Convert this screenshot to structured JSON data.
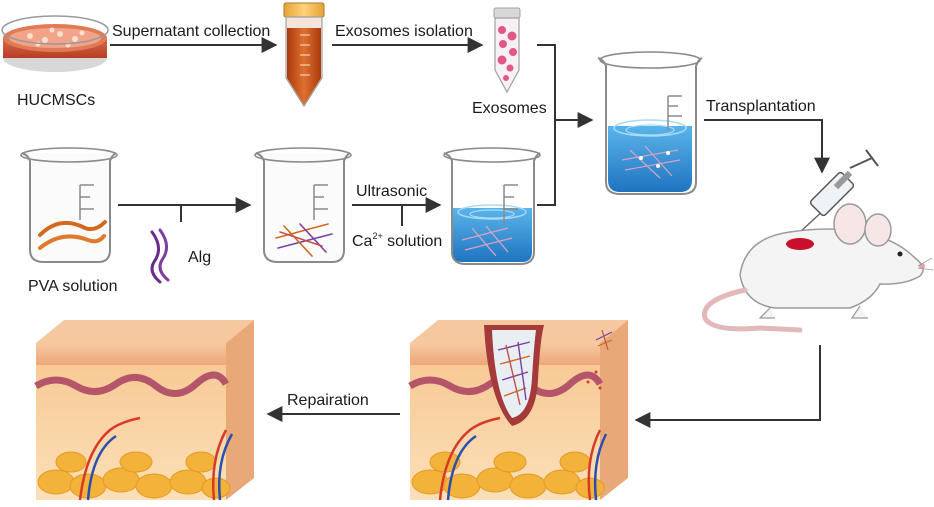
{
  "labels": {
    "hucmscs": "HUCMSCs",
    "supernatant": "Supernatant collection",
    "exo_isolation": "Exosomes isolation",
    "exosomes": "Exosomes",
    "transplantation": "Transplantation",
    "pva": "PVA solution",
    "alg": "Alg",
    "ultrasonic": "Ultrasonic",
    "ca_base": "Ca",
    "ca_sup": "2+",
    "ca_solution": " solution",
    "repairation": "Repairation"
  },
  "colors": {
    "arrow": "#333333",
    "media_red": "#c9502e",
    "tube_orange": "#c8541c",
    "water_blue": "#2f8fd4",
    "fiber_orange": "#d2691e",
    "alg_purple": "#6a2c8a",
    "skin_top": "#f3c39a",
    "skin_wave": "#b4556a",
    "fat": "#f3b23a",
    "vessel_red": "#d83a2a",
    "vessel_blue": "#2a4fb0"
  },
  "icons": [
    "petri-dish-icon",
    "centrifuge-tube-icon",
    "exosome-tube-icon",
    "beaker-icon",
    "syringe-icon",
    "mouse-icon",
    "skin-block-icon"
  ]
}
